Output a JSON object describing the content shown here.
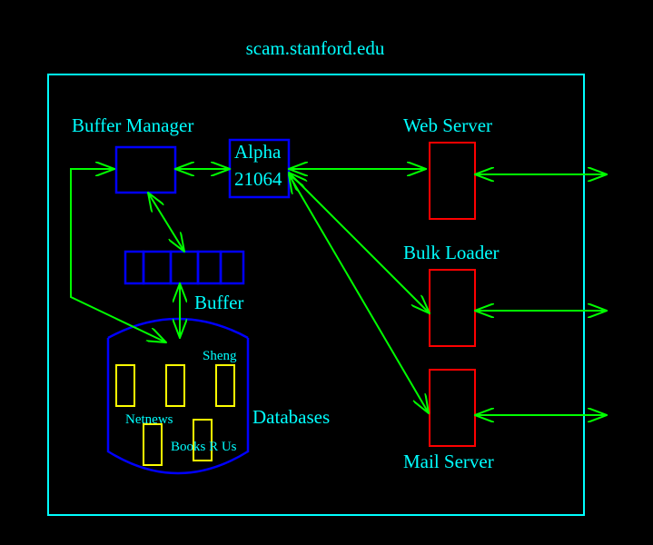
{
  "title": "scam.stanford.edu",
  "labels": {
    "buffer_manager": "Buffer Manager",
    "alpha_line1": "Alpha",
    "alpha_line2": "21064",
    "web_server": "Web Server",
    "bulk_loader": "Bulk Loader",
    "mail_server": "Mail Server",
    "buffer": "Buffer",
    "databases": "Databases",
    "db_sheng": "Sheng",
    "db_netnews": "Netnews",
    "db_books": "Books R Us"
  },
  "colors": {
    "background": "#000000",
    "frame": "#00ffff",
    "text": "#00ffff",
    "box_blue": "#0000ff",
    "server_red": "#ff0000",
    "arrow_green": "#00ff00",
    "db_yellow": "#ffff00"
  }
}
